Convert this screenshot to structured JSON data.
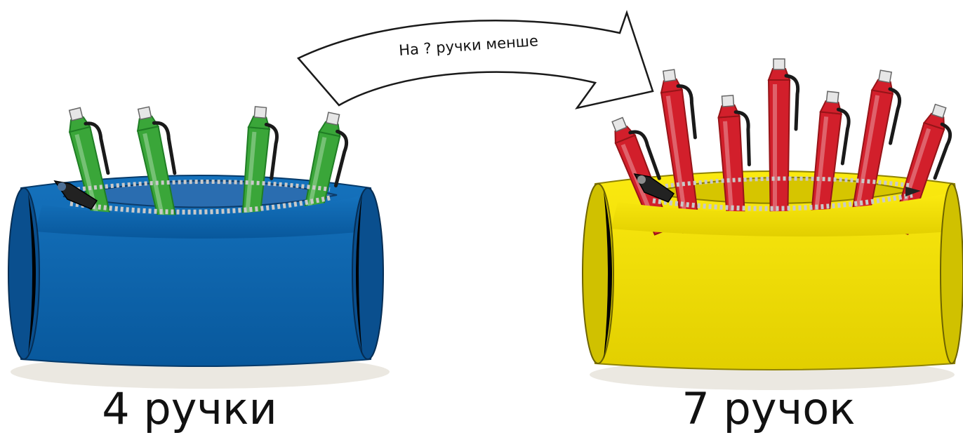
{
  "arrow_label": "На ? ручки менше",
  "left": {
    "caption": "4 ручки",
    "pen_count": 4,
    "case_color": "#0a63ad",
    "case_dark": "#074a85",
    "pen_color": "#3aa639",
    "pen_dark": "#1f7d24"
  },
  "right": {
    "caption": "7 ручок",
    "pen_count": 7,
    "case_color": "#f4e200",
    "case_dark": "#c8b800",
    "pen_color": "#d21f2b",
    "pen_dark": "#961418"
  }
}
